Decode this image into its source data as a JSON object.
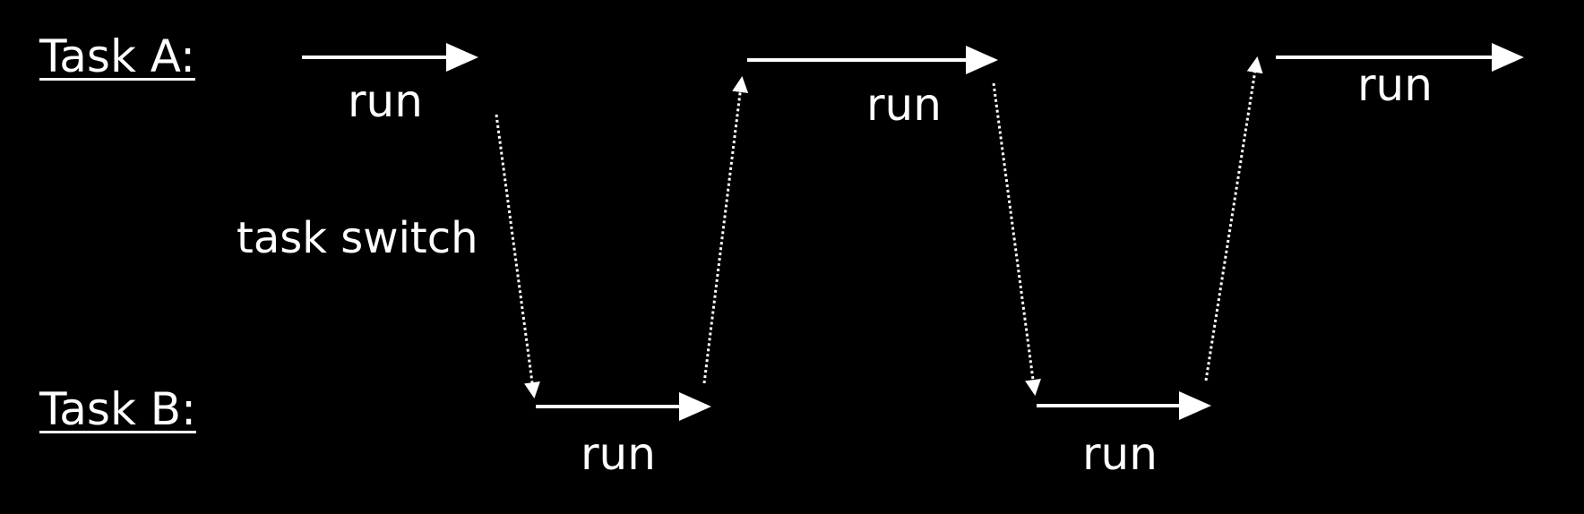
{
  "tasks": {
    "a": "Task A:",
    "b": "Task B:"
  },
  "runs": [
    "run",
    "run",
    "run",
    "run",
    "run"
  ],
  "switch_label": "task switch",
  "colors": {
    "background": "#000000",
    "foreground": "#ffffff"
  }
}
